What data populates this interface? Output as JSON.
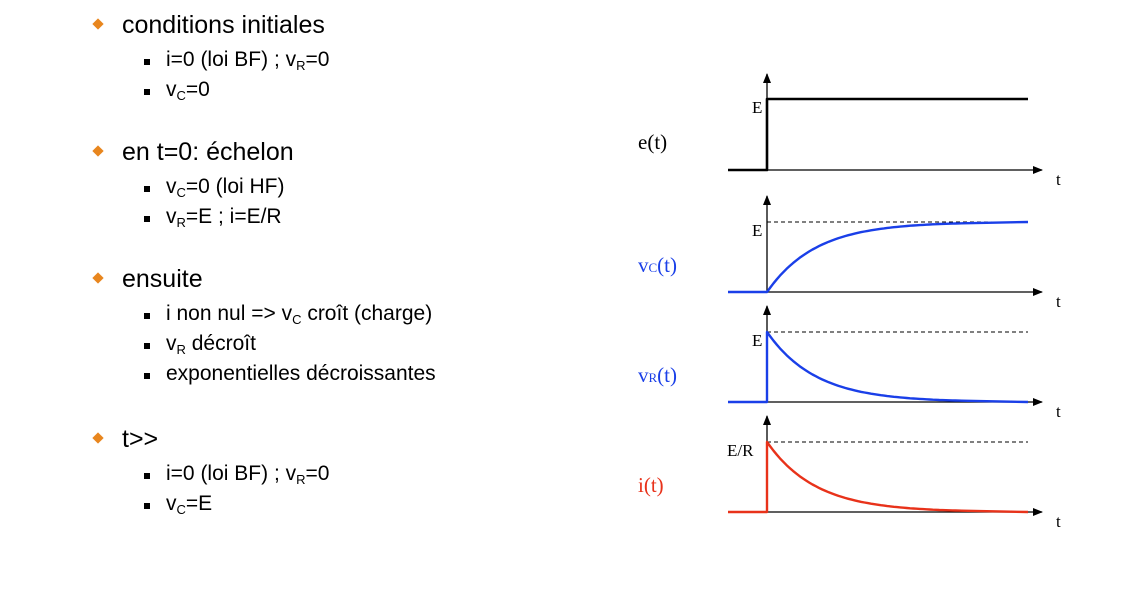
{
  "bullets": [
    {
      "title": "conditions initiales",
      "items": [
        {
          "parts": [
            [
              "i=0 (loi BF) ; v",
              ""
            ],
            [
              "R",
              "sub"
            ],
            [
              "=0",
              ""
            ]
          ]
        },
        {
          "parts": [
            [
              "v",
              ""
            ],
            [
              "C",
              "sub"
            ],
            [
              "=0",
              ""
            ]
          ]
        }
      ]
    },
    {
      "title": "en t=0: échelon",
      "items": [
        {
          "parts": [
            [
              "v",
              ""
            ],
            [
              "C",
              "sub"
            ],
            [
              "=0 (loi HF)",
              ""
            ]
          ]
        },
        {
          "parts": [
            [
              "v",
              ""
            ],
            [
              "R",
              "sub"
            ],
            [
              "=E ; i=E/R",
              ""
            ]
          ]
        }
      ]
    },
    {
      "title": "ensuite",
      "items": [
        {
          "parts": [
            [
              "i non nul => v",
              ""
            ],
            [
              "C",
              "sub"
            ],
            [
              " croît (charge)",
              ""
            ]
          ]
        },
        {
          "parts": [
            [
              "v",
              ""
            ],
            [
              "R",
              "sub"
            ],
            [
              " décroît",
              ""
            ]
          ]
        },
        {
          "parts": [
            [
              "exponentielles décroissantes",
              ""
            ]
          ]
        }
      ]
    },
    {
      "title": "t>>",
      "items": [
        {
          "parts": [
            [
              "i=0 (loi BF) ; v",
              ""
            ],
            [
              "R",
              "sub"
            ],
            [
              "=0",
              ""
            ]
          ]
        },
        {
          "parts": [
            [
              "v",
              ""
            ],
            [
              "C",
              "sub"
            ],
            [
              "=E",
              ""
            ]
          ]
        }
      ]
    }
  ],
  "colors": {
    "bullet": "#e8861e",
    "blue": "#1a3fe8",
    "red": "#e8321a",
    "black": "#000000"
  },
  "plots": [
    {
      "name": "e(t)",
      "label_main": "e(t)",
      "label_sub": "",
      "label_tail": "",
      "color": "#000000",
      "shape": "step",
      "level_label": "E",
      "axis_label": "t"
    },
    {
      "name": "vc(t)",
      "label_main": "v",
      "label_sub": "C",
      "label_tail": "(t)",
      "color": "#1a3fe8",
      "shape": "rise",
      "level_label": "E",
      "axis_label": "t"
    },
    {
      "name": "vr(t)",
      "label_main": "v",
      "label_sub": "R",
      "label_tail": "(t)",
      "color": "#1a3fe8",
      "shape": "decay",
      "level_label": "E",
      "axis_label": "t"
    },
    {
      "name": "i(t)",
      "label_main": "i(t)",
      "label_sub": "",
      "label_tail": "",
      "color": "#e8321a",
      "shape": "decay",
      "level_label": "E/R",
      "axis_label": "t"
    }
  ]
}
